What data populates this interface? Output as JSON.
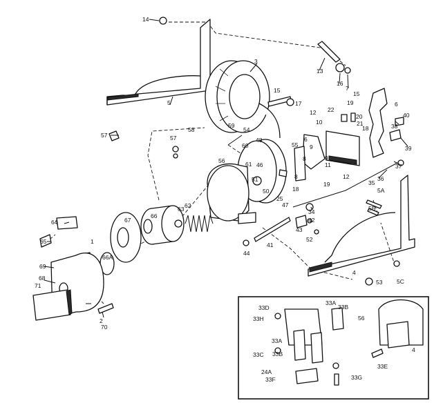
{
  "labels": [
    {
      "text": "14"
    },
    {
      "text": "3"
    },
    {
      "text": "13"
    },
    {
      "text": "16"
    },
    {
      "text": "7"
    },
    {
      "text": "5"
    },
    {
      "text": "15"
    },
    {
      "text": "17"
    },
    {
      "text": "15"
    },
    {
      "text": "6"
    },
    {
      "text": "57"
    },
    {
      "text": "12"
    },
    {
      "text": "10"
    },
    {
      "text": "22"
    },
    {
      "text": "19"
    },
    {
      "text": "20"
    },
    {
      "text": "21"
    },
    {
      "text": "40"
    },
    {
      "text": "54"
    },
    {
      "text": "18"
    },
    {
      "text": "38"
    },
    {
      "text": "58"
    },
    {
      "text": "59"
    },
    {
      "text": "48"
    },
    {
      "text": "55"
    },
    {
      "text": "57"
    },
    {
      "text": "60"
    },
    {
      "text": "6"
    },
    {
      "text": "9"
    },
    {
      "text": "39"
    },
    {
      "text": "61"
    },
    {
      "text": "56"
    },
    {
      "text": "8"
    },
    {
      "text": "12"
    },
    {
      "text": "37"
    },
    {
      "text": "46"
    },
    {
      "text": "9"
    },
    {
      "text": "11"
    },
    {
      "text": "36"
    },
    {
      "text": "8"
    },
    {
      "text": "18"
    },
    {
      "text": "51"
    },
    {
      "text": "50"
    },
    {
      "text": "19"
    },
    {
      "text": "35"
    },
    {
      "text": "5A"
    },
    {
      "text": "25"
    },
    {
      "text": "34"
    },
    {
      "text": "5B"
    },
    {
      "text": "64"
    },
    {
      "text": "67"
    },
    {
      "text": "66"
    },
    {
      "text": "63"
    },
    {
      "text": "62"
    },
    {
      "text": "47"
    },
    {
      "text": "42"
    },
    {
      "text": "65"
    },
    {
      "text": "43"
    },
    {
      "text": "1"
    },
    {
      "text": "66A"
    },
    {
      "text": "41"
    },
    {
      "text": "52"
    },
    {
      "text": "44"
    },
    {
      "text": "69"
    },
    {
      "text": "4"
    },
    {
      "text": "68"
    },
    {
      "text": "53"
    },
    {
      "text": "5C"
    },
    {
      "text": "71"
    },
    {
      "text": "2"
    },
    {
      "text": "70"
    },
    {
      "text": "33D"
    },
    {
      "text": "33A"
    },
    {
      "text": "33B"
    },
    {
      "text": "33H"
    },
    {
      "text": "56"
    },
    {
      "text": "33A"
    },
    {
      "text": "33C"
    },
    {
      "text": "33B"
    },
    {
      "text": "4"
    },
    {
      "text": "33E"
    },
    {
      "text": "24A"
    },
    {
      "text": "33F"
    },
    {
      "text": "33G"
    }
  ]
}
